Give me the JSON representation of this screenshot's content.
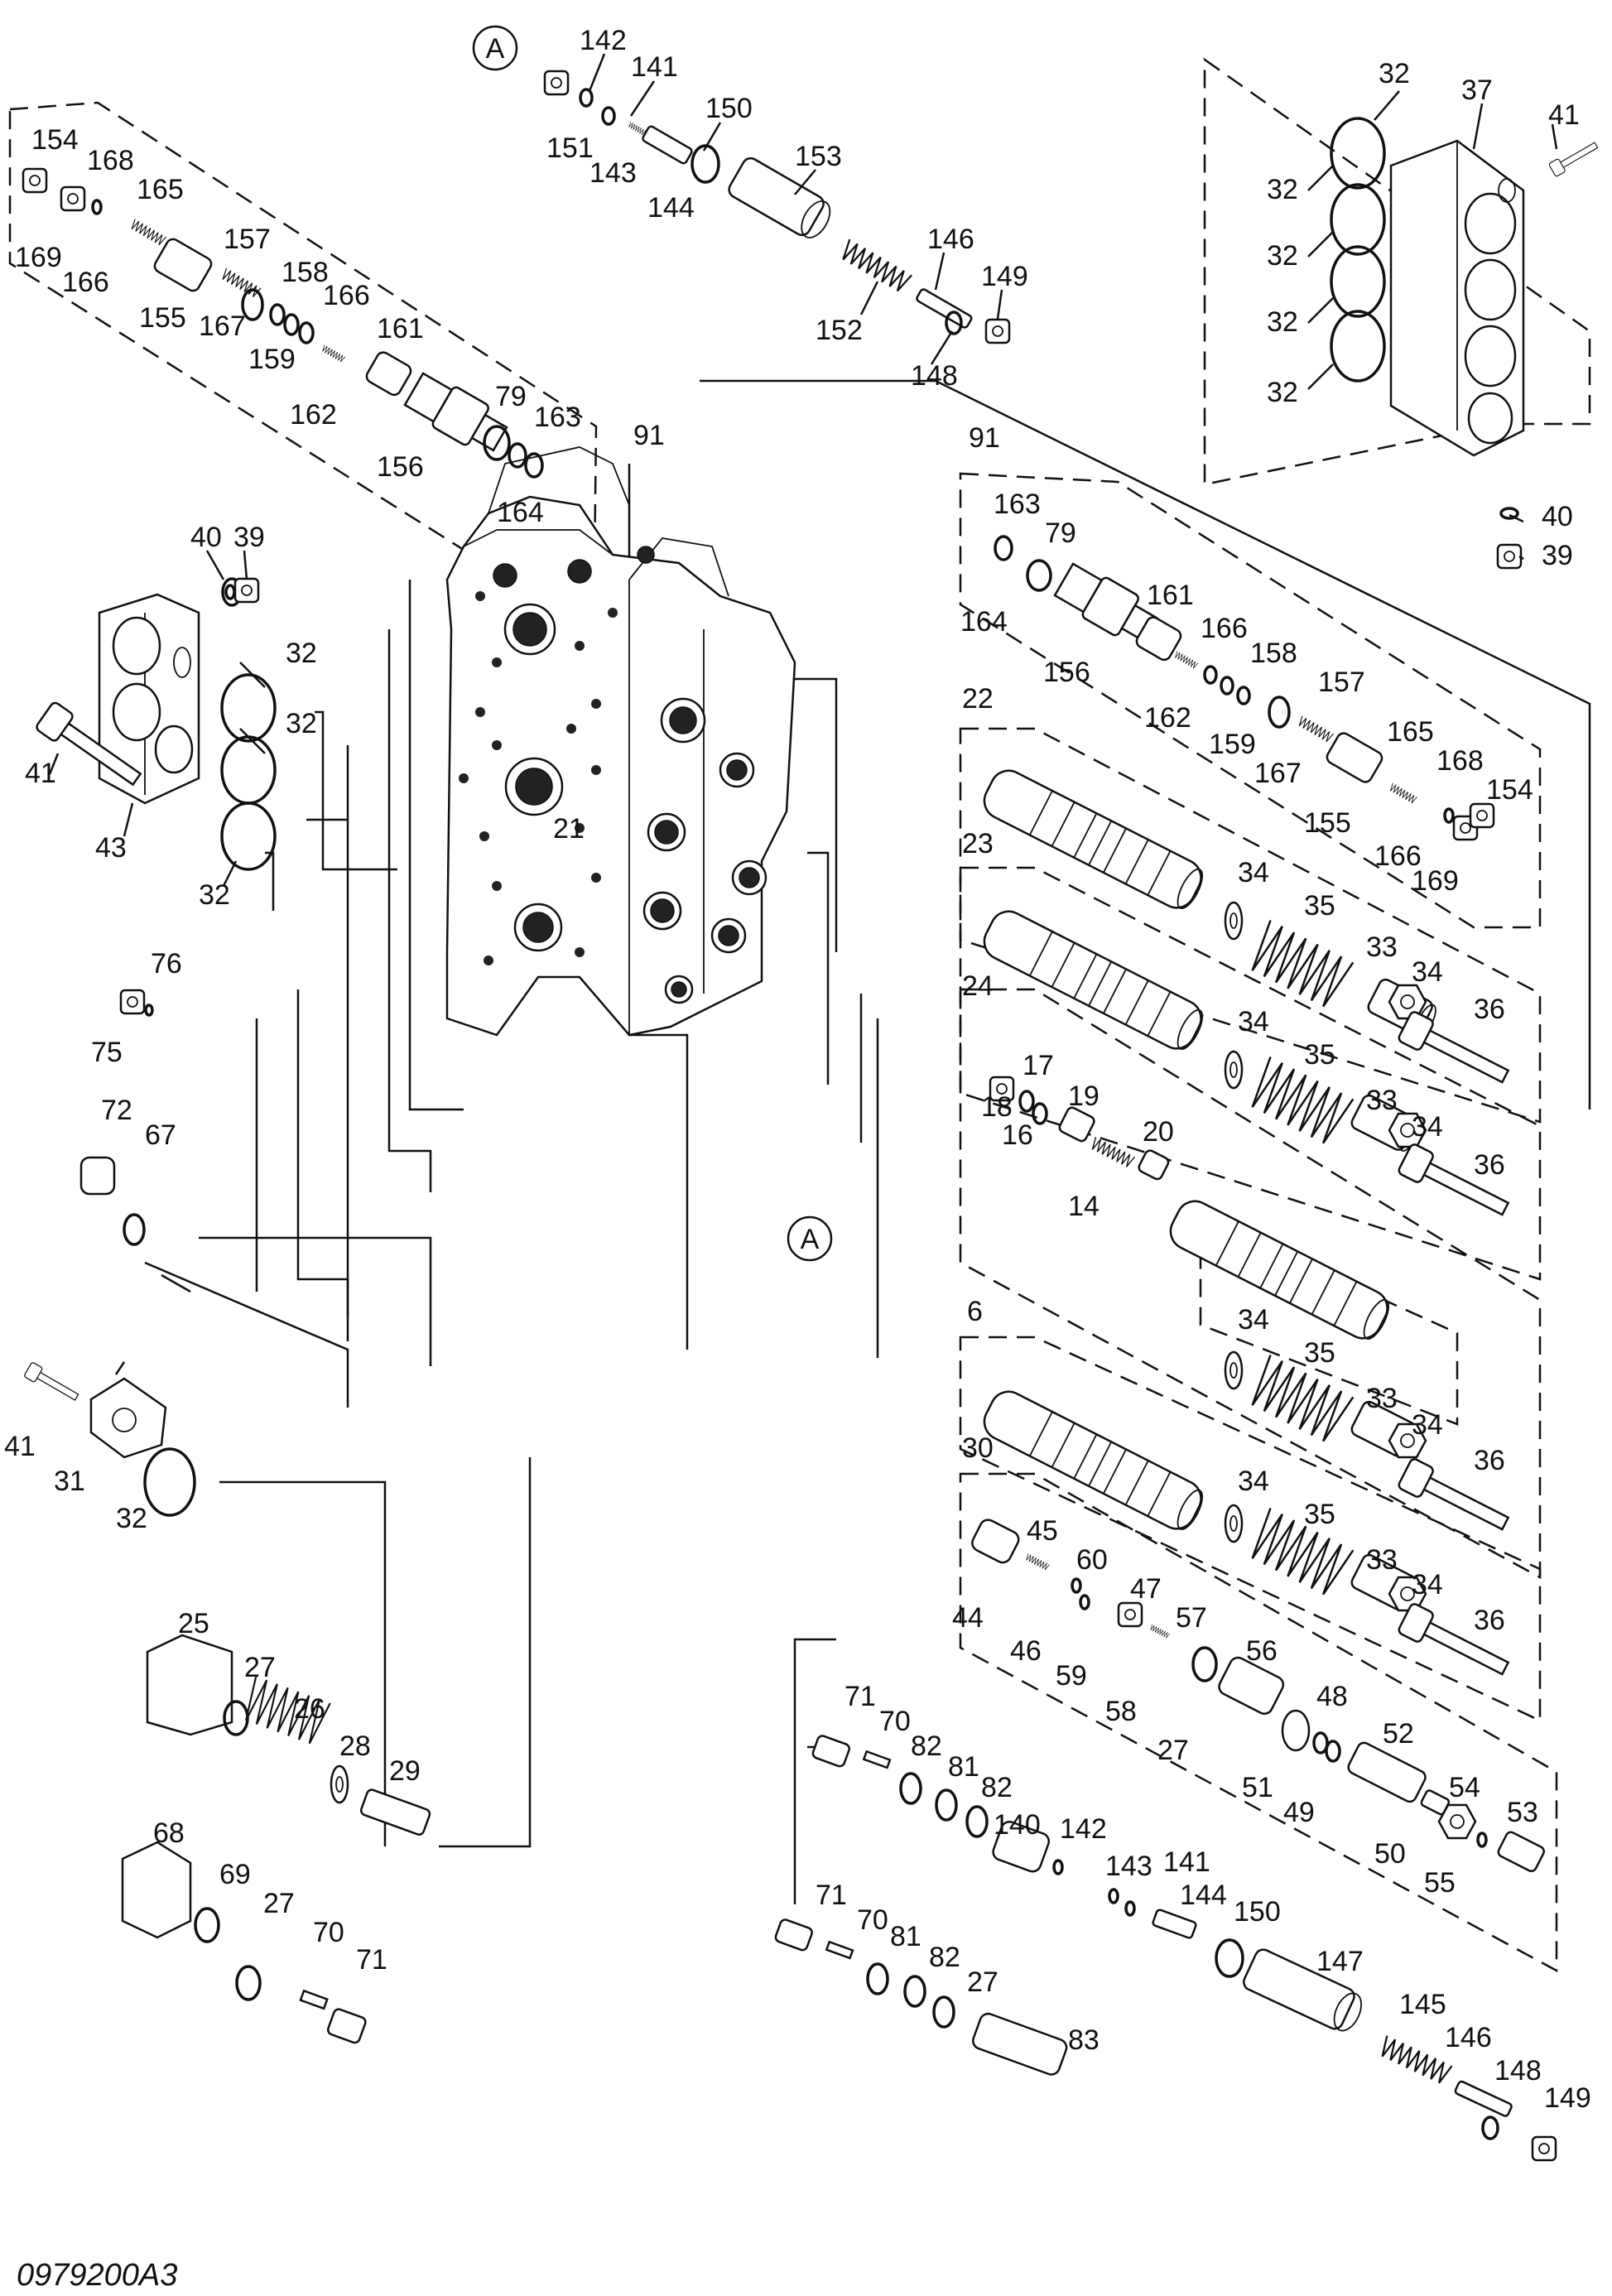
{
  "diagram": {
    "drawing_code": "0979200A3",
    "ref_mark": "A",
    "labels": {
      "l_151": "151",
      "l_142": "142",
      "l_141": "141",
      "l_143": "143",
      "l_144": "144",
      "l_150": "150",
      "l_153": "153",
      "l_146": "146",
      "l_152": "152",
      "l_149": "149",
      "l_148": "148",
      "l_154": "154",
      "l_168": "168",
      "l_165": "165",
      "l_169": "169",
      "l_166a": "166",
      "l_155": "155",
      "l_157": "157",
      "l_158": "158",
      "l_166b": "166",
      "l_167": "167",
      "l_159": "159",
      "l_161": "161",
      "l_162": "162",
      "l_156": "156",
      "l_79": "79",
      "l_163": "163",
      "l_164": "164",
      "l_91": "91",
      "l_40": "40",
      "l_39": "39",
      "l_32a": "32",
      "l_32b": "32",
      "l_32c": "32",
      "l_41": "41",
      "l_43": "43",
      "l_21": "21",
      "l_76": "76",
      "l_75": "75",
      "l_72": "72",
      "l_67": "67",
      "l_41b": "41",
      "l_31": "31",
      "l_32d": "32",
      "l_25": "25",
      "l_27": "27",
      "l_26": "26",
      "l_28": "28",
      "l_29": "29",
      "l_68": "68",
      "l_69": "69",
      "l_27b": "27",
      "l_70": "70",
      "l_71": "71",
      "r_32a": "32",
      "r_37": "37",
      "r_41": "41",
      "r_32b": "32",
      "r_32c": "32",
      "r_32d": "32",
      "r_40": "40",
      "r_39": "39",
      "r_91": "91",
      "r_163": "163",
      "r_79": "79",
      "r_164": "164",
      "r_156": "156",
      "r_161": "161",
      "r_166a": "166",
      "r_158": "158",
      "r_162": "162",
      "r_159": "159",
      "r_157": "157",
      "r_167": "167",
      "r_165": "165",
      "r_155": "155",
      "r_168": "168",
      "r_154": "154",
      "r_166b": "166",
      "r_169": "169",
      "r_22": "22",
      "r_23": "23",
      "r_24": "24",
      "r_34a": "34",
      "r_35a": "35",
      "r_33a": "33",
      "r_34b": "34",
      "r_36a": "36",
      "r_34c": "34",
      "r_35b": "35",
      "r_33b": "33",
      "r_34d": "34",
      "r_36b": "36",
      "r_17": "17",
      "r_19": "19",
      "r_18": "18",
      "r_16": "16",
      "r_20": "20",
      "r_14": "14",
      "r_34e": "34",
      "r_35c": "35",
      "r_33c": "33",
      "r_34f": "34",
      "r_36c": "36",
      "r_6": "6",
      "r_30": "30",
      "r_34g": "34",
      "r_35d": "35",
      "r_33d": "33",
      "r_34h": "34",
      "r_36d": "36",
      "r_45": "45",
      "r_60": "60",
      "r_44": "44",
      "r_46": "46",
      "r_47": "47",
      "r_57": "57",
      "r_59": "59",
      "r_58": "58",
      "r_56": "56",
      "r_27": "27",
      "r_48": "48",
      "r_52": "52",
      "r_51": "51",
      "r_49": "49",
      "r_54": "54",
      "r_53": "53",
      "r_50": "50",
      "r_55": "55",
      "b_71": "71",
      "b_70": "70",
      "b_82a": "82",
      "b_81": "81",
      "b_82b": "82",
      "b_140": "140",
      "b_142": "142",
      "b_143": "143",
      "b_141": "141",
      "b_144": "144",
      "b_150": "150",
      "b_71b": "71",
      "b_70b": "70",
      "b_81b": "81",
      "b_82c": "82",
      "b_27": "27",
      "b_147": "147",
      "b_145": "145",
      "b_146": "146",
      "b_83": "83",
      "b_148": "148",
      "b_149": "149"
    }
  }
}
